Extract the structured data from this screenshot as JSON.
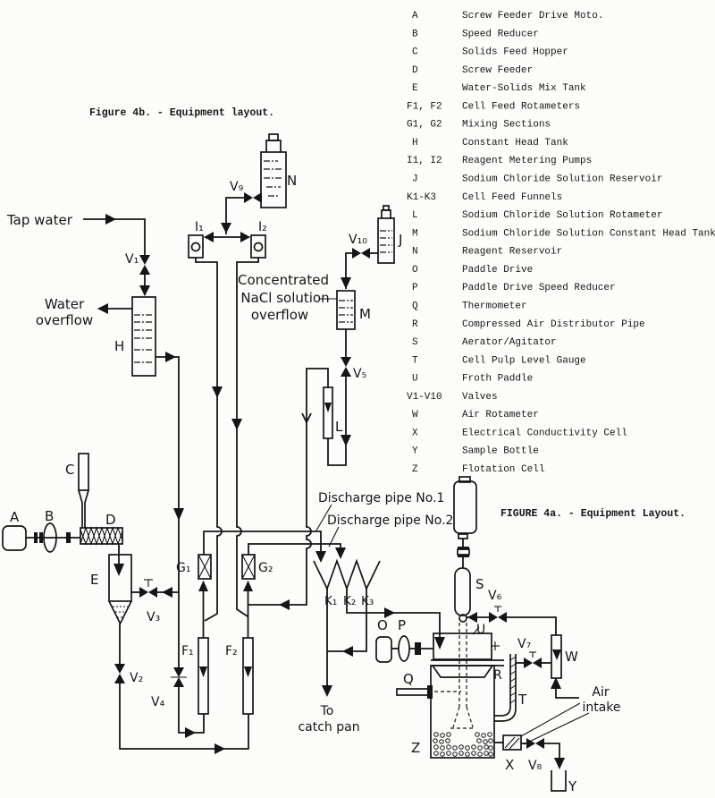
{
  "figure_captions": {
    "fig4b": "Figure 4b. - Equipment layout.",
    "fig4a": "FIGURE 4a. - Equipment Layout."
  },
  "annotations": {
    "tap_water": "Tap water",
    "water_overflow_line1": "Water",
    "water_overflow_line2": "overflow",
    "nacl_line1": "Concentrated",
    "nacl_line2": "NaCl solution",
    "nacl_line3": "overflow",
    "discharge1": "Discharge pipe No.1",
    "discharge2": "Discharge pipe No.2",
    "catch_pan_line1": "To",
    "catch_pan_line2": "catch pan",
    "air_line1": "Air",
    "air_line2": "intake"
  },
  "labels": {
    "A": "A",
    "B": "B",
    "C": "C",
    "D": "D",
    "E": "E",
    "H": "H",
    "J": "J",
    "L": "L",
    "M": "M",
    "N": "N",
    "O": "O",
    "P": "P",
    "Q": "Q",
    "R": "R",
    "S": "S",
    "T": "T",
    "U": "U",
    "W": "W",
    "X": "X",
    "Y": "Y",
    "Z": "Z",
    "F1": "F₁",
    "F2": "F₂",
    "G1": "G₁",
    "G2": "G₂",
    "I1": "I₁",
    "I2": "I₂",
    "K1": "K₁",
    "K2": "K₂",
    "K3": "K₃",
    "V1": "V₁",
    "V2": "V₂",
    "V3": "V₃",
    "V4": "V₄",
    "V5": "V₅",
    "V6": "V₆",
    "V7": "V₇",
    "V8": "V₈",
    "V9": "V₉",
    "V10": "V₁₀"
  },
  "legend": {
    "entries": [
      {
        "key": "A",
        "desc": "Screw Feeder Drive Moto."
      },
      {
        "key": "B",
        "desc": "Speed Reducer"
      },
      {
        "key": "C",
        "desc": "Solids Feed Hopper"
      },
      {
        "key": "D",
        "desc": "Screw Feeder"
      },
      {
        "key": "E",
        "desc": "Water-Solids Mix Tank"
      },
      {
        "key": "F1, F2",
        "desc": "Cell Feed Rotameters"
      },
      {
        "key": "G1, G2",
        "desc": "Mixing Sections"
      },
      {
        "key": "H",
        "desc": "Constant Head Tank"
      },
      {
        "key": "I1, I2",
        "desc": "Reagent Metering Pumps"
      },
      {
        "key": "J",
        "desc": "Sodium Chloride Solution Reservoir"
      },
      {
        "key": "K1-K3",
        "desc": "Cell Feed Funnels"
      },
      {
        "key": "L",
        "desc": "Sodium Chloride Solution Rotameter"
      },
      {
        "key": "M",
        "desc": "Sodium Chloride Solution Constant Head Tank"
      },
      {
        "key": "N",
        "desc": "Reagent Reservoir"
      },
      {
        "key": "O",
        "desc": "Paddle Drive"
      },
      {
        "key": "P",
        "desc": "Paddle Drive Speed Reducer"
      },
      {
        "key": "Q",
        "desc": "Thermometer"
      },
      {
        "key": "R",
        "desc": "Compressed Air Distributor Pipe"
      },
      {
        "key": "S",
        "desc": "Aerator/Agitator"
      },
      {
        "key": "T",
        "desc": "Cell Pulp Level Gauge"
      },
      {
        "key": "U",
        "desc": "Froth Paddle"
      },
      {
        "key": "V1-V10",
        "desc": "Valves"
      },
      {
        "key": "W",
        "desc": "Air Rotameter"
      },
      {
        "key": "X",
        "desc": "Electrical Conductivity Cell"
      },
      {
        "key": "Y",
        "desc": "Sample Bottle"
      },
      {
        "key": "Z",
        "desc": "Flotation Cell"
      }
    ]
  }
}
